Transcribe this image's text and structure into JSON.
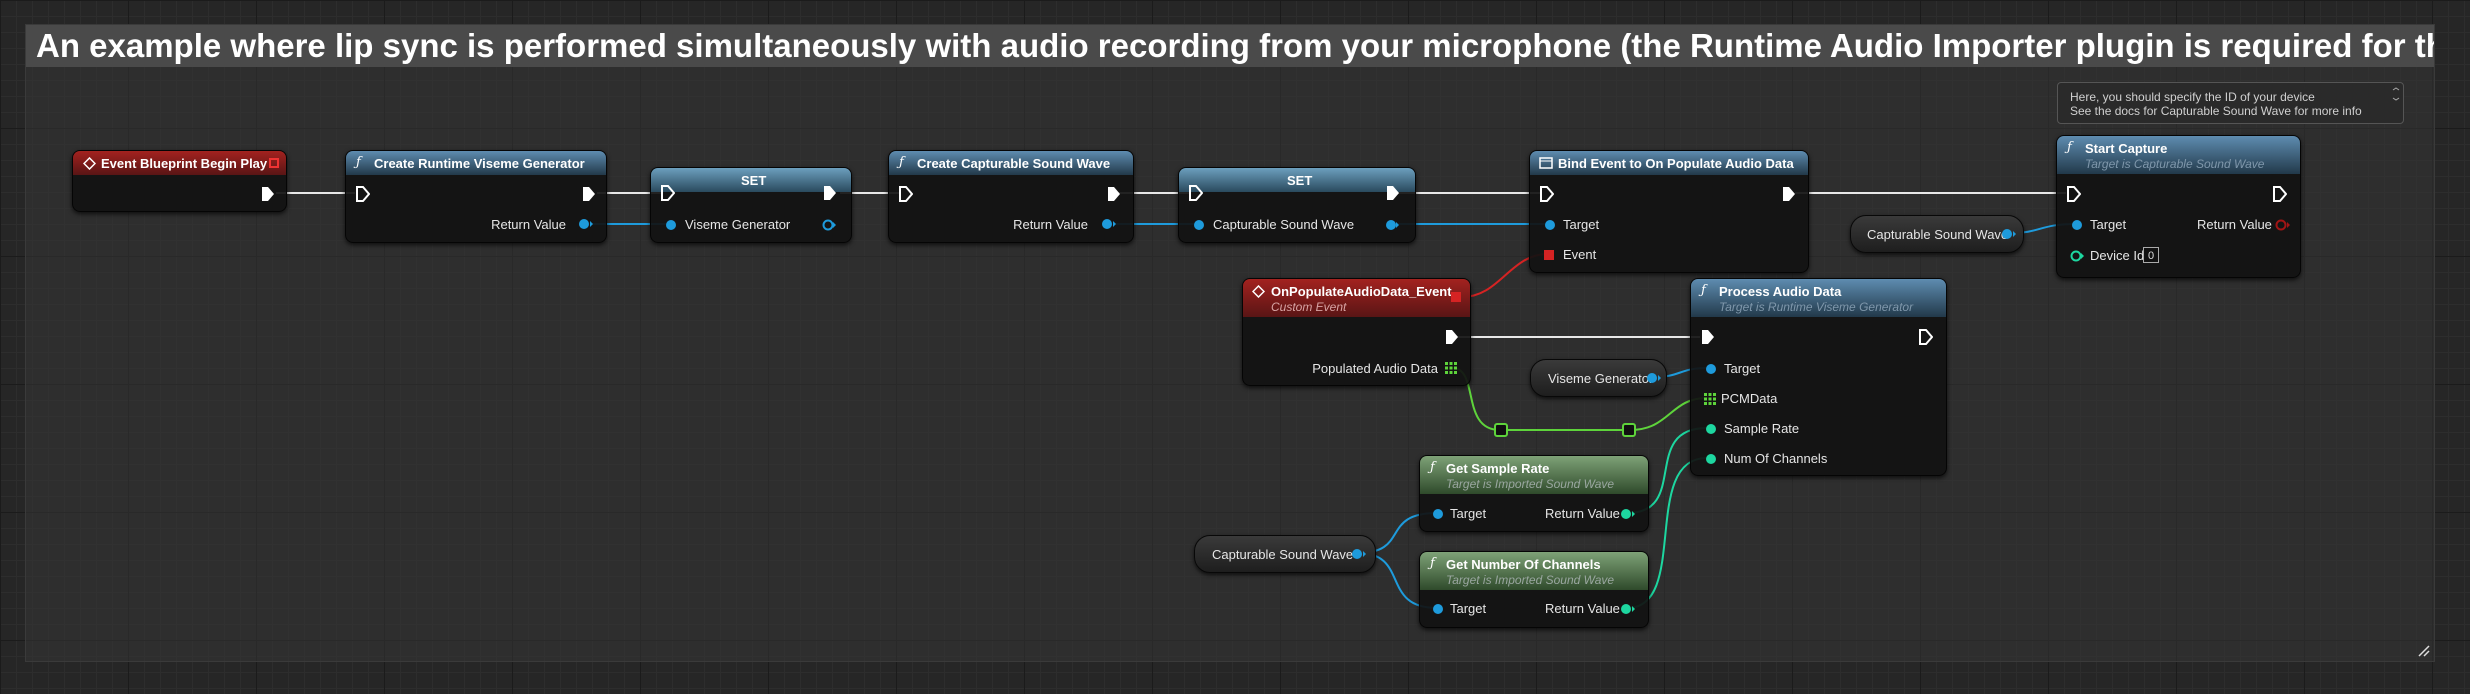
{
  "comment": {
    "title": "An example where lip sync is performed simultaneously with audio recording from your microphone (the Runtime Audio Importer plugin is required for this to work)"
  },
  "note": {
    "line1": "Here, you should specify the ID of your device",
    "line2": "See the docs for Capturable Sound Wave for more info"
  },
  "nodes": {
    "begin_play": {
      "title": "Event Blueprint Begin Play"
    },
    "create_viseme": {
      "title": "Create Runtime Viseme Generator",
      "return": "Return Value"
    },
    "set_viseme": {
      "title": "SET",
      "pin": "Viseme Generator"
    },
    "create_capturable": {
      "title": "Create Capturable Sound Wave",
      "return": "Return Value"
    },
    "set_capturable": {
      "title": "SET",
      "pin": "Capturable Sound Wave"
    },
    "bind_event": {
      "title": "Bind Event to On Populate Audio Data",
      "target": "Target",
      "event": "Event"
    },
    "capturable_var_1": {
      "label": "Capturable Sound Wave"
    },
    "start_capture": {
      "title": "Start Capture",
      "subtitle": "Target is Capturable Sound Wave",
      "target": "Target",
      "return": "Return Value",
      "device_id": "Device Id",
      "device_id_value": "0"
    },
    "on_populate": {
      "title": "OnPopulateAudioData_Event",
      "subtitle": "Custom Event",
      "pin": "Populated Audio Data"
    },
    "viseme_var": {
      "label": "Viseme Generator"
    },
    "process_audio": {
      "title": "Process Audio Data",
      "subtitle": "Target is Runtime Viseme Generator",
      "target": "Target",
      "pcm": "PCMData",
      "sample_rate": "Sample Rate",
      "channels": "Num Of Channels"
    },
    "get_sample_rate": {
      "title": "Get Sample Rate",
      "subtitle": "Target is Imported Sound Wave",
      "target": "Target",
      "return": "Return Value"
    },
    "get_channels": {
      "title": "Get Number Of Channels",
      "subtitle": "Target is Imported Sound Wave",
      "target": "Target",
      "return": "Return Value"
    },
    "capturable_var_2": {
      "label": "Capturable Sound Wave"
    }
  },
  "colors": {
    "exec": "#ffffff",
    "object": "#1e9bdc",
    "event": "#d52323",
    "int": "#1dd7a0",
    "array": "#5ed43b"
  }
}
